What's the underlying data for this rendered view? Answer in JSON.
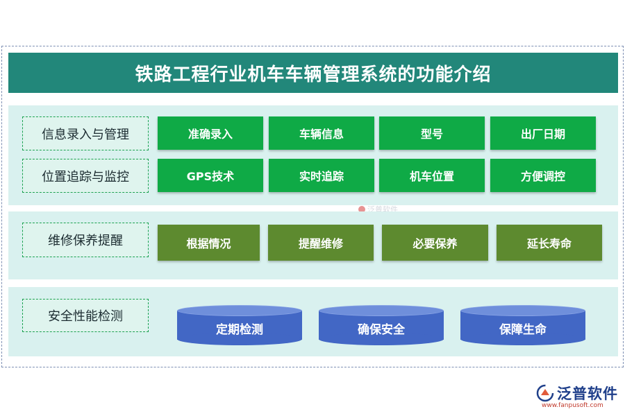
{
  "title": "铁路工程行业机车车辆管理系统的功能介绍",
  "section1": {
    "rows": [
      {
        "label": "信息录入与管理",
        "items": [
          "准确录入",
          "车辆信息",
          "型号",
          "出厂日期"
        ]
      },
      {
        "label": "位置追踪与监控",
        "items": [
          "GPS技术",
          "实时追踪",
          "机车位置",
          "方便调控"
        ]
      }
    ]
  },
  "section2": {
    "label": "维修保养提醒",
    "items": [
      "根据情况",
      "提醒维修",
      "必要保养",
      "延长寿命"
    ]
  },
  "section3": {
    "label": "安全性能检测",
    "items": [
      "定期检测",
      "确保安全",
      "保障生命"
    ]
  },
  "watermark": "泛普软件",
  "logo": {
    "name": "泛普软件",
    "url": "www.fanpusoft.com"
  },
  "colors": {
    "title_bg": "#22877a",
    "panel_bg": "#d9f1ef",
    "green_box": "#0faa46",
    "olive_box": "#5d8a2f",
    "cylinder": "#4267c5"
  }
}
